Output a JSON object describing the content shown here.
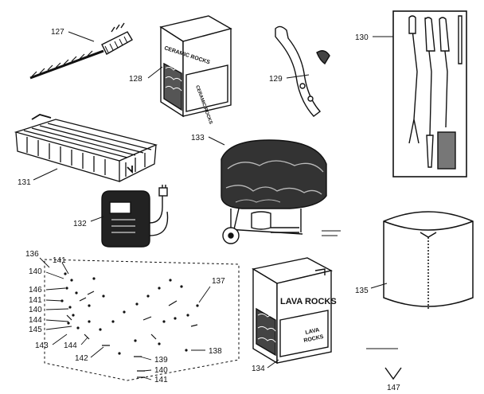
{
  "diagram": {
    "part_labels": {
      "p127": "127",
      "p128": "128",
      "p129": "129",
      "p130": "130",
      "p131": "131",
      "p132": "132",
      "p133": "133",
      "p134": "134",
      "p135": "135",
      "p136": "136",
      "p137": "137",
      "p138": "138",
      "p139": "139",
      "p140a": "140",
      "p140b": "140",
      "p140c": "140",
      "p141a": "141",
      "p141b": "141",
      "p141c": "141",
      "p142": "142",
      "p143": "143",
      "p144a": "144",
      "p144b": "144",
      "p145": "145",
      "p146": "146",
      "p147": "147"
    },
    "box_texts": {
      "ceramic_line1": "CERAMIC ROCKS",
      "ceramic_side": "CERAMIC ROCKS",
      "lava_line1": "LAVA ROCKS",
      "lava_side_1": "LAVA",
      "lava_side_2": "ROCKS"
    }
  }
}
